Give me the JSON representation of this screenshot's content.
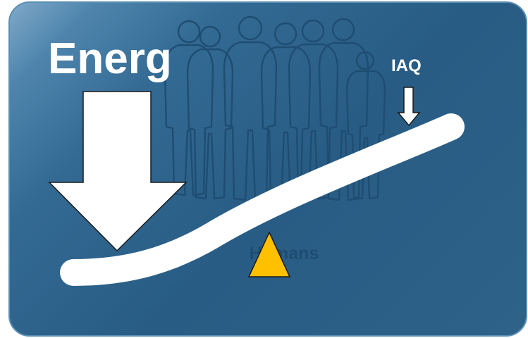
{
  "labels": {
    "energy": "Energ",
    "iaq": "IAQ",
    "humans": "Humans"
  },
  "icons": {
    "people_group": "people-group-silhouette",
    "energy_arrow": "down-arrow",
    "iaq_arrow": "down-arrow",
    "fulcrum": "triangle"
  },
  "colors": {
    "panel": "#2f6690",
    "panel_border": "#5b90b4",
    "beam": "#ffffff",
    "arrows": "#ffffff",
    "fulcrum": "#ffc000",
    "silhouette": "#1f4d72",
    "text": "#ffffff"
  }
}
